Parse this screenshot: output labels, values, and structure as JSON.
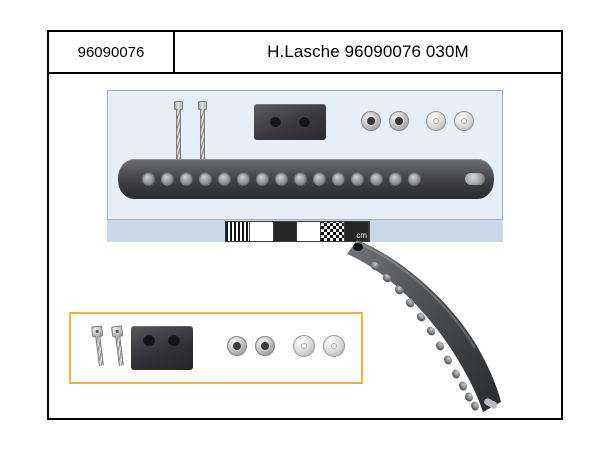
{
  "document": {
    "header": {
      "part_number": "96090076",
      "title": "H.Lasche 96090076 030M"
    }
  },
  "photo": {
    "scale_bar": {
      "unit_label": "cm",
      "segment_count": 6,
      "segments": [
        "stripe",
        "light",
        "dark",
        "light",
        "checker",
        "dark"
      ]
    },
    "top_panel": {
      "background_color": "#e8eef6",
      "border_color": "#9bb0cf",
      "items": [
        {
          "name": "screw",
          "count": 2
        },
        {
          "name": "spacer-block",
          "count": 1
        },
        {
          "name": "nut",
          "count": 2
        },
        {
          "name": "washer",
          "count": 2
        },
        {
          "name": "straight-bracket",
          "count": 1,
          "hole_count": 16
        }
      ]
    },
    "bottom_panel": {
      "border_color": "#f0b23c",
      "items": [
        {
          "name": "screw",
          "count": 2
        },
        {
          "name": "spacer-block",
          "count": 1
        },
        {
          "name": "nut",
          "count": 2
        },
        {
          "name": "washer",
          "count": 2
        }
      ]
    },
    "curved_bracket": {
      "name": "curved-bracket",
      "hole_count": 14,
      "body_color": "#4a4b4f"
    }
  }
}
